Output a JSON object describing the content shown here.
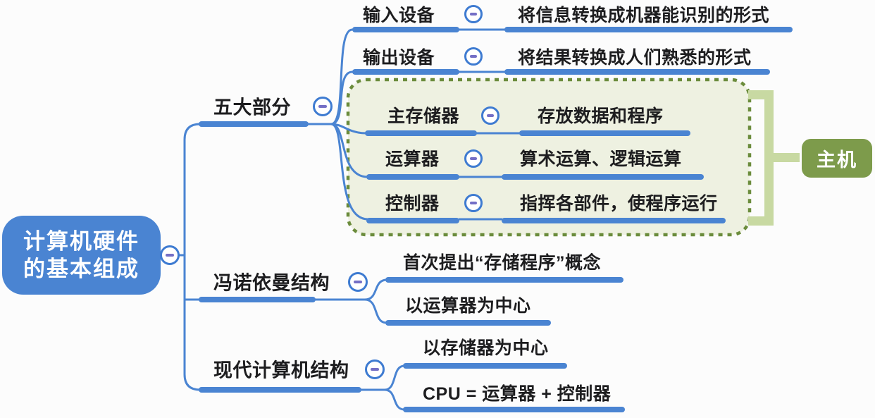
{
  "colors": {
    "branch_blue": "#4a84d2",
    "collapse_ring_blue": "#3e7bd1",
    "collapse_minus_purple": "#746fc6",
    "boundary_background": "#eef1e1",
    "boundary_border_green": "#6b8c3c",
    "summary_bracket_green": "#c8d9a2",
    "host_node_green": "#7d9b4b",
    "root_node_blue": "#4a84d2",
    "text_black": "#1d1d1f"
  },
  "icons": {
    "collapse": "minus-circle"
  },
  "mindmap": {
    "root": {
      "label": "计算机硬件的基本组成",
      "lines": [
        "计算机硬件",
        "的基本组成"
      ]
    },
    "branches": [
      {
        "label": "五大部分",
        "children": [
          {
            "label": "输入设备",
            "desc": "将信息转换成机器能识别的形式"
          },
          {
            "label": "输出设备",
            "desc": "将结果转换成人们熟悉的形式"
          },
          {
            "label": "主存储器",
            "desc": "存放数据和程序"
          },
          {
            "label": "运算器",
            "desc": "算术运算、逻辑运算"
          },
          {
            "label": "控制器",
            "desc": "指挥各部件，使程序运行"
          }
        ],
        "summary": {
          "label": "主机"
        }
      },
      {
        "label": "冯诺依曼结构",
        "children": [
          {
            "label": "首次提出“存储程序”概念"
          },
          {
            "label": "以运算器为中心"
          }
        ]
      },
      {
        "label": "现代计算机结构",
        "children": [
          {
            "label": "以存储器为中心"
          },
          {
            "label": "CPU = 运算器 + 控制器"
          }
        ]
      }
    ]
  }
}
